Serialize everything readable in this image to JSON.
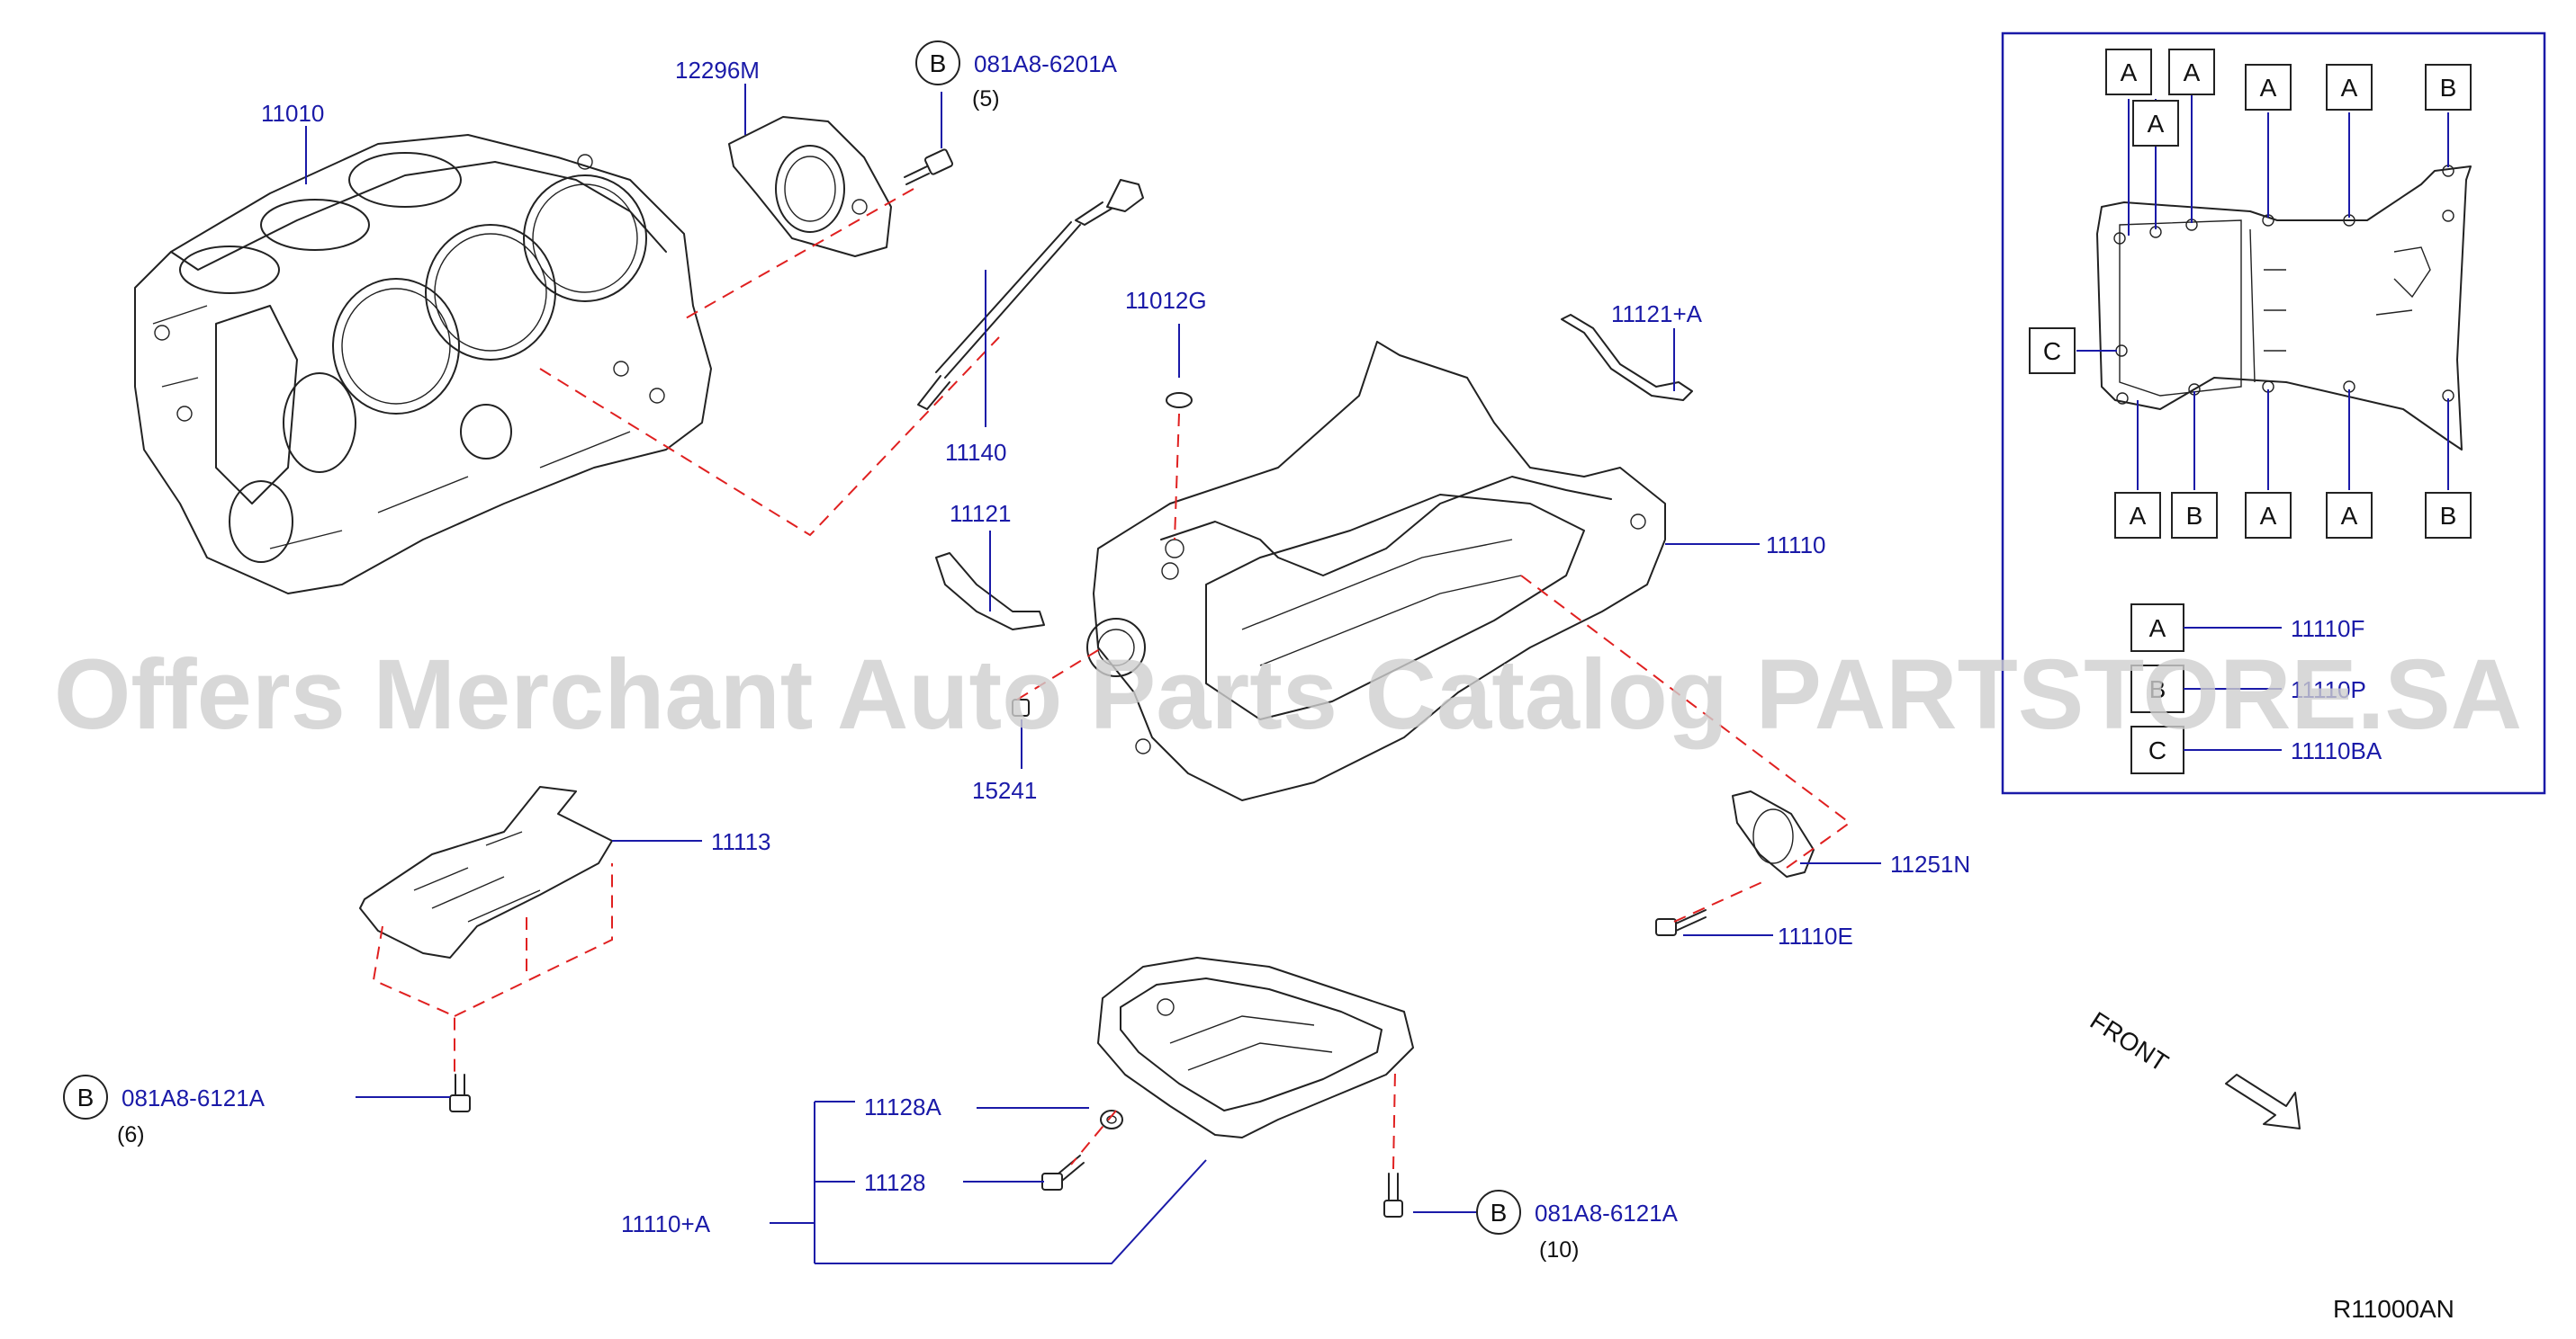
{
  "watermark": "Offers Merchant Auto Parts Catalog PARTSTORE.SA",
  "diagram_code": "R11000AN",
  "front_label": "FRONT",
  "parts": {
    "p11010": "11010",
    "p12296m": "12296M",
    "p081a8_6201a": "081A8-6201A",
    "p081a8_6201a_qty": "(5)",
    "p11140": "11140",
    "p11012g": "11012G",
    "p11121a": "11121+A",
    "p11121": "11121",
    "p11110": "11110",
    "p15241": "15241",
    "p11113": "11113",
    "p081a8_6121a_left": "081A8-6121A",
    "p081a8_6121a_left_qty": "(6)",
    "p11251n": "11251N",
    "p11110e": "11110E",
    "p11128a": "11128A",
    "p11128": "11128",
    "p11110a": "11110+A",
    "p081a8_6121a_bottom": "081A8-6121A",
    "p081a8_6121a_bottom_qty": "(10)"
  },
  "callouts": {
    "a": "A",
    "b": "B",
    "c": "C"
  },
  "legend": {
    "a_part": "11110F",
    "b_part": "11110P",
    "c_part": "11110BA"
  }
}
